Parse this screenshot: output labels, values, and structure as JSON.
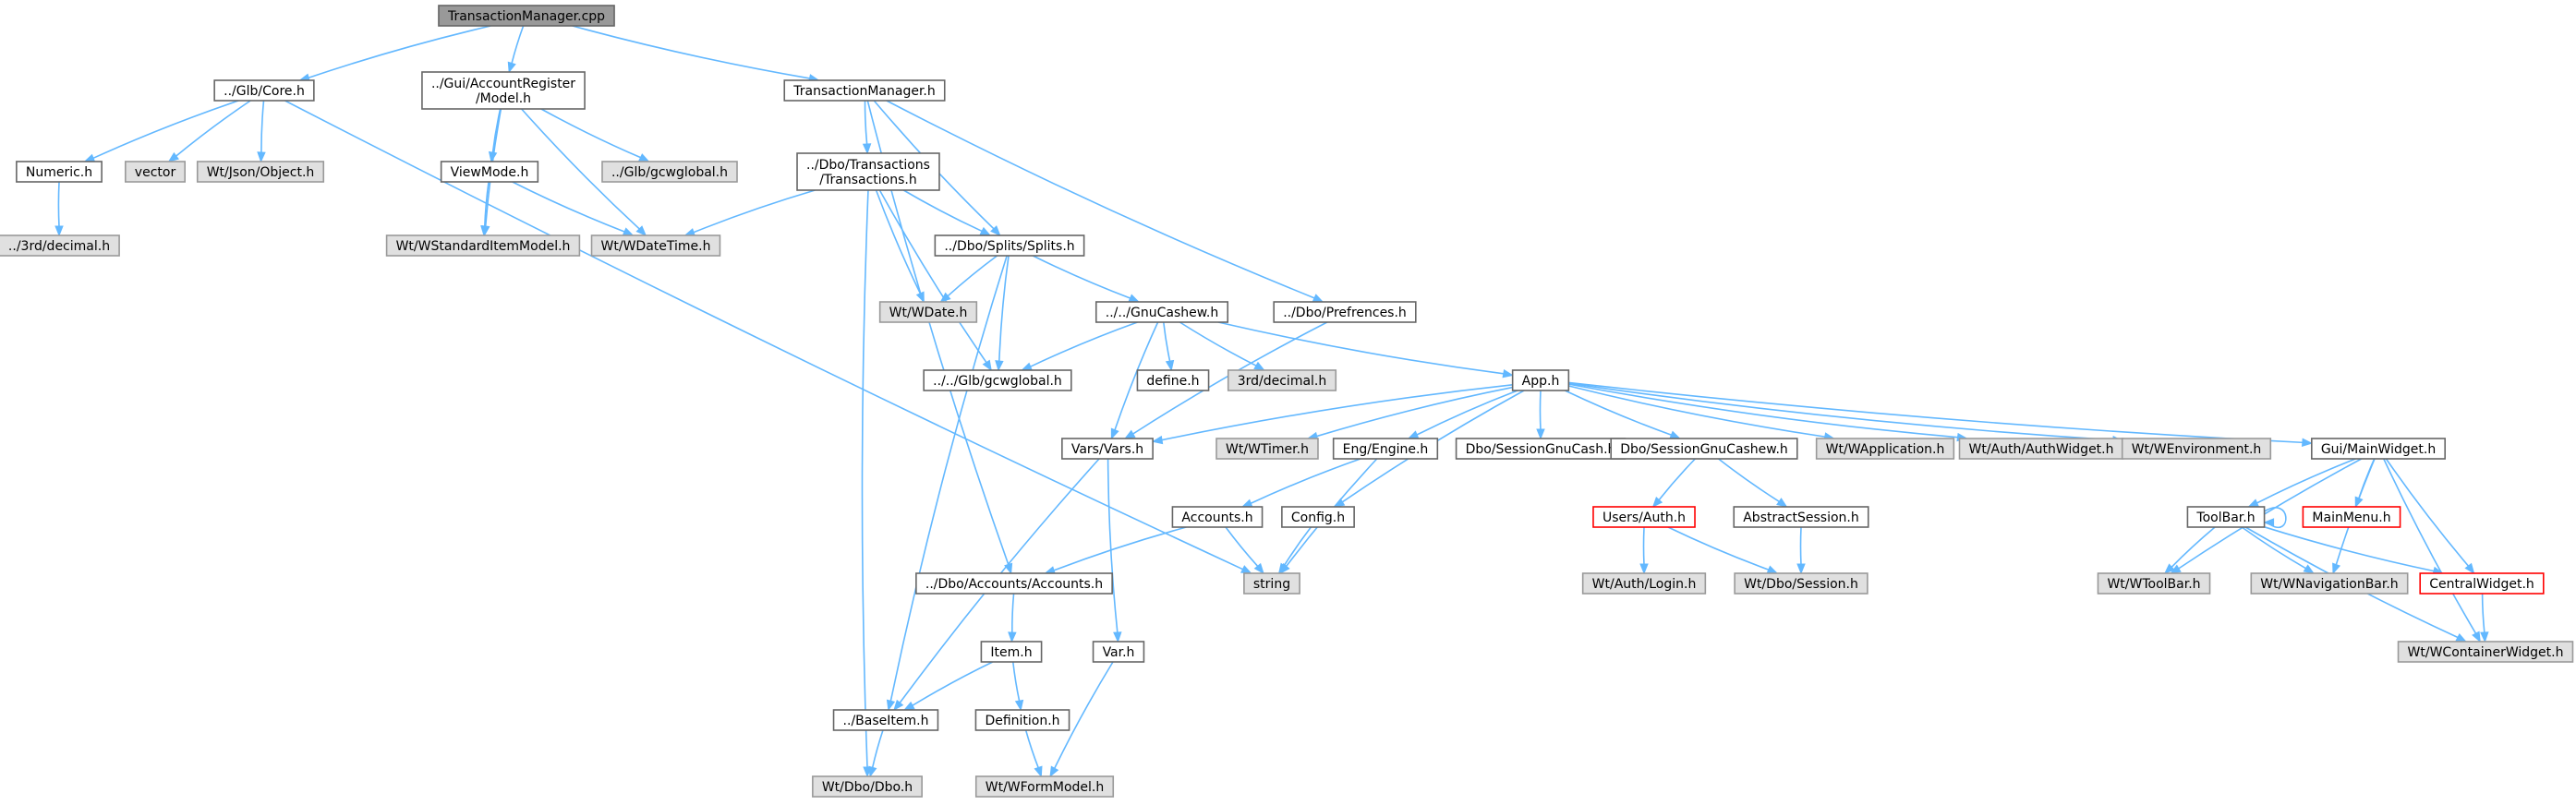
{
  "diagram": {
    "colors": {
      "edge": "#63b8ff",
      "normal_fill": "#ffffff",
      "normal_stroke": "#666666",
      "root_fill": "#999999",
      "root_stroke": "#666666",
      "external_fill": "#e0e0e0",
      "external_stroke": "#999999",
      "truncated_stroke": "#ff0000"
    },
    "nodes": [
      {
        "id": "tm_cpp",
        "label": "TransactionManager.cpp",
        "style": "root"
      },
      {
        "id": "core_h",
        "label": "../Glb/Core.h",
        "style": "normal"
      },
      {
        "id": "model_h",
        "label": "../Gui/AccountRegister\n/Model.h",
        "style": "normal"
      },
      {
        "id": "tm_h",
        "label": "TransactionManager.h",
        "style": "normal"
      },
      {
        "id": "numeric_h",
        "label": "Numeric.h",
        "style": "normal"
      },
      {
        "id": "vector",
        "label": "vector",
        "style": "external"
      },
      {
        "id": "json_object",
        "label": "Wt/Json/Object.h",
        "style": "external"
      },
      {
        "id": "viewmode_h",
        "label": "ViewMode.h",
        "style": "normal"
      },
      {
        "id": "glb_gcwglobal",
        "label": "../Glb/gcwglobal.h",
        "style": "external"
      },
      {
        "id": "transactions_h",
        "label": "../Dbo/Transactions\n/Transactions.h",
        "style": "normal"
      },
      {
        "id": "decimal_3rd_rel",
        "label": "../3rd/decimal.h",
        "style": "external"
      },
      {
        "id": "wstandarditemmodel",
        "label": "Wt/WStandardItemModel.h",
        "style": "external"
      },
      {
        "id": "wdatetime",
        "label": "Wt/WDateTime.h",
        "style": "external"
      },
      {
        "id": "splits_h",
        "label": "../Dbo/Splits/Splits.h",
        "style": "normal"
      },
      {
        "id": "wdate",
        "label": "Wt/WDate.h",
        "style": "external"
      },
      {
        "id": "gnucashew_h",
        "label": "../../GnuCashew.h",
        "style": "normal"
      },
      {
        "id": "prefrences_h",
        "label": "../Dbo/Prefrences.h",
        "style": "normal"
      },
      {
        "id": "glb_gcwglobal2",
        "label": "../../Glb/gcwglobal.h",
        "style": "normal"
      },
      {
        "id": "define_h",
        "label": "define.h",
        "style": "normal"
      },
      {
        "id": "decimal_3rd",
        "label": "3rd/decimal.h",
        "style": "external"
      },
      {
        "id": "app_h",
        "label": "App.h",
        "style": "normal"
      },
      {
        "id": "vars_h",
        "label": "Vars/Vars.h",
        "style": "normal"
      },
      {
        "id": "wtimer",
        "label": "Wt/WTimer.h",
        "style": "external"
      },
      {
        "id": "engine_h",
        "label": "Eng/Engine.h",
        "style": "normal"
      },
      {
        "id": "session_gnucash",
        "label": "Dbo/SessionGnuCash.h",
        "style": "normal"
      },
      {
        "id": "session_gnucashew",
        "label": "Dbo/SessionGnuCashew.h",
        "style": "normal"
      },
      {
        "id": "wapplication",
        "label": "Wt/WApplication.h",
        "style": "external"
      },
      {
        "id": "authwidget",
        "label": "Wt/Auth/AuthWidget.h",
        "style": "external"
      },
      {
        "id": "wenvironment",
        "label": "Wt/WEnvironment.h",
        "style": "external"
      },
      {
        "id": "mainwidget_h",
        "label": "Gui/MainWidget.h",
        "style": "normal"
      },
      {
        "id": "accounts_h",
        "label": "Accounts.h",
        "style": "normal"
      },
      {
        "id": "config_h",
        "label": "Config.h",
        "style": "normal"
      },
      {
        "id": "users_auth_h",
        "label": "Users/Auth.h",
        "style": "truncated"
      },
      {
        "id": "abstractsession_h",
        "label": "AbstractSession.h",
        "style": "normal"
      },
      {
        "id": "toolbar_h",
        "label": "ToolBar.h",
        "style": "normal"
      },
      {
        "id": "mainmenu_h",
        "label": "MainMenu.h",
        "style": "truncated"
      },
      {
        "id": "dbo_accounts_h",
        "label": "../Dbo/Accounts/Accounts.h",
        "style": "normal"
      },
      {
        "id": "string",
        "label": "string",
        "style": "external"
      },
      {
        "id": "auth_login",
        "label": "Wt/Auth/Login.h",
        "style": "external"
      },
      {
        "id": "dbo_session",
        "label": "Wt/Dbo/Session.h",
        "style": "external"
      },
      {
        "id": "wtoolbar",
        "label": "Wt/WToolBar.h",
        "style": "external"
      },
      {
        "id": "wnavigationbar",
        "label": "Wt/WNavigationBar.h",
        "style": "external"
      },
      {
        "id": "centralwidget_h",
        "label": "CentralWidget.h",
        "style": "truncated"
      },
      {
        "id": "item_h",
        "label": "Item.h",
        "style": "normal"
      },
      {
        "id": "var_h",
        "label": "Var.h",
        "style": "normal"
      },
      {
        "id": "wcontainerwidget",
        "label": "Wt/WContainerWidget.h",
        "style": "external"
      },
      {
        "id": "baseitem_h",
        "label": "../BaseItem.h",
        "style": "normal"
      },
      {
        "id": "definition_h",
        "label": "Definition.h",
        "style": "normal"
      },
      {
        "id": "dbo_dbo",
        "label": "Wt/Dbo/Dbo.h",
        "style": "external"
      },
      {
        "id": "wformmodel",
        "label": "Wt/WFormModel.h",
        "style": "external"
      }
    ],
    "edges": [
      [
        "tm_cpp",
        "core_h"
      ],
      [
        "tm_cpp",
        "model_h"
      ],
      [
        "tm_cpp",
        "tm_h"
      ],
      [
        "core_h",
        "numeric_h"
      ],
      [
        "core_h",
        "vector"
      ],
      [
        "core_h",
        "json_object"
      ],
      [
        "core_h",
        "string"
      ],
      [
        "numeric_h",
        "decimal_3rd_rel"
      ],
      [
        "model_h",
        "viewmode_h"
      ],
      [
        "model_h",
        "glb_gcwglobal"
      ],
      [
        "model_h",
        "wstandarditemmodel"
      ],
      [
        "model_h",
        "wdatetime"
      ],
      [
        "viewmode_h",
        "wstandarditemmodel"
      ],
      [
        "viewmode_h",
        "wdatetime"
      ],
      [
        "tm_h",
        "transactions_h"
      ],
      [
        "tm_h",
        "splits_h"
      ],
      [
        "tm_h",
        "prefrences_h"
      ],
      [
        "tm_h",
        "dbo_accounts_h"
      ],
      [
        "transactions_h",
        "wdatetime"
      ],
      [
        "transactions_h",
        "splits_h"
      ],
      [
        "transactions_h",
        "wdate"
      ],
      [
        "transactions_h",
        "glb_gcwglobal2"
      ],
      [
        "transactions_h",
        "dbo_dbo"
      ],
      [
        "splits_h",
        "wdate"
      ],
      [
        "splits_h",
        "gnucashew_h"
      ],
      [
        "splits_h",
        "glb_gcwglobal2"
      ],
      [
        "splits_h",
        "baseitem_h"
      ],
      [
        "gnucashew_h",
        "glb_gcwglobal2"
      ],
      [
        "gnucashew_h",
        "define_h"
      ],
      [
        "gnucashew_h",
        "decimal_3rd"
      ],
      [
        "gnucashew_h",
        "app_h"
      ],
      [
        "gnucashew_h",
        "vars_h"
      ],
      [
        "prefrences_h",
        "vars_h"
      ],
      [
        "app_h",
        "vars_h"
      ],
      [
        "app_h",
        "wtimer"
      ],
      [
        "app_h",
        "engine_h"
      ],
      [
        "app_h",
        "session_gnucash"
      ],
      [
        "app_h",
        "session_gnucashew"
      ],
      [
        "app_h",
        "wapplication"
      ],
      [
        "app_h",
        "authwidget"
      ],
      [
        "app_h",
        "wenvironment"
      ],
      [
        "app_h",
        "mainwidget_h"
      ],
      [
        "app_h",
        "config_h"
      ],
      [
        "vars_h",
        "baseitem_h"
      ],
      [
        "vars_h",
        "var_h"
      ],
      [
        "engine_h",
        "accounts_h"
      ],
      [
        "engine_h",
        "string"
      ],
      [
        "accounts_h",
        "dbo_accounts_h"
      ],
      [
        "accounts_h",
        "string"
      ],
      [
        "config_h",
        "string"
      ],
      [
        "session_gnucashew",
        "users_auth_h"
      ],
      [
        "session_gnucashew",
        "abstractsession_h"
      ],
      [
        "users_auth_h",
        "auth_login"
      ],
      [
        "users_auth_h",
        "dbo_session"
      ],
      [
        "abstractsession_h",
        "dbo_session"
      ],
      [
        "mainwidget_h",
        "toolbar_h"
      ],
      [
        "mainwidget_h",
        "mainmenu_h"
      ],
      [
        "mainwidget_h",
        "wtoolbar"
      ],
      [
        "mainwidget_h",
        "wnavigationbar"
      ],
      [
        "mainwidget_h",
        "centralwidget_h"
      ],
      [
        "mainwidget_h",
        "wcontainerwidget"
      ],
      [
        "toolbar_h",
        "toolbar_h"
      ],
      [
        "toolbar_h",
        "wtoolbar"
      ],
      [
        "toolbar_h",
        "wnavigationbar"
      ],
      [
        "toolbar_h",
        "centralwidget_h"
      ],
      [
        "toolbar_h",
        "wcontainerwidget"
      ],
      [
        "centralwidget_h",
        "wcontainerwidget"
      ],
      [
        "dbo_accounts_h",
        "item_h"
      ],
      [
        "item_h",
        "baseitem_h"
      ],
      [
        "item_h",
        "definition_h"
      ],
      [
        "var_h",
        "wformmodel"
      ],
      [
        "definition_h",
        "wformmodel"
      ],
      [
        "baseitem_h",
        "dbo_dbo"
      ]
    ]
  }
}
